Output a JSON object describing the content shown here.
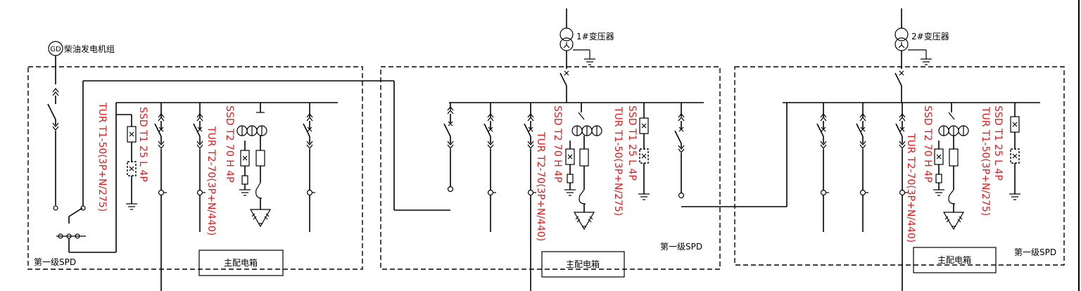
{
  "generator": {
    "symbol": "GD",
    "label": "柴油发电机组"
  },
  "transformers": [
    {
      "label": "1#变压器"
    },
    {
      "label": "2#变压器"
    }
  ],
  "panels": [
    {
      "spd_label": "第一级SPD",
      "box_label": "主配电箱"
    },
    {
      "spd_label": "第一级SPD",
      "box_label": "主配电箱"
    },
    {
      "spd_label": "第一级SPD",
      "box_label": "主配电箱"
    }
  ],
  "spd_labels": {
    "p1_t1": "TUR T1-50(3P+N/275)",
    "p1_ssd": "SSD T1 25 L 4P",
    "p1_t2": "TUR T2-70(3P+N/440)",
    "p1_ssd2": "SSD T2 70 H 4P",
    "p2_t2": "TUR T2-70(3P+N/440)",
    "p2_ssd2": "SSD T2 70 H 4P",
    "p2_ssd": "SSD T1 25 L 4P",
    "p2_t1": "TUR T1-50(3P+N/275)",
    "p3_t2": "TUR T2-70(3P+N/440)",
    "p3_ssd2": "SSD T2 70 H 4P",
    "p3_ssd": "SSD T1 25 L 4P",
    "p3_t1": "TUR T1-50(3P+N/275)"
  },
  "colors": {
    "line": "#000000",
    "spd_text": "#e8191a"
  }
}
